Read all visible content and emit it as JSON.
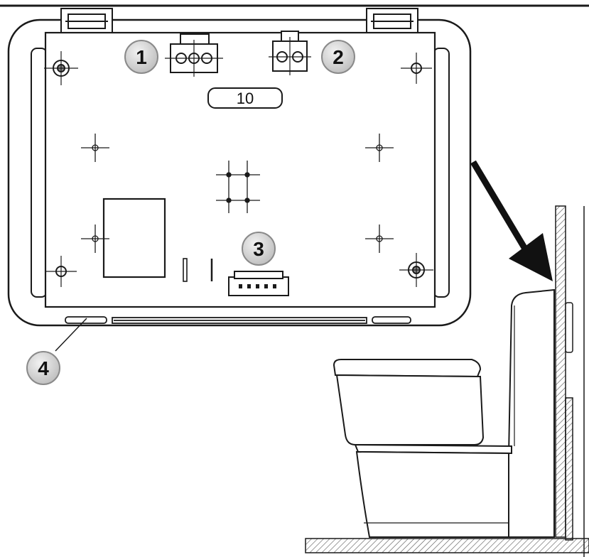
{
  "diagram": {
    "board_label": "10",
    "callouts": [
      {
        "id": "connector-1",
        "label": "1"
      },
      {
        "id": "connector-2",
        "label": "2"
      },
      {
        "id": "connector-3",
        "label": "3"
      },
      {
        "id": "slot-4",
        "label": "4"
      }
    ],
    "colors": {
      "line": "#1a1a1a",
      "callout_fill": "#cfcfcf",
      "callout_stroke": "#8a8a8a",
      "hatch": "#555555"
    },
    "icons": [
      "arrow-down-right-icon",
      "mounting-hole-icon",
      "screw-icon",
      "crosshair-icon"
    ]
  }
}
